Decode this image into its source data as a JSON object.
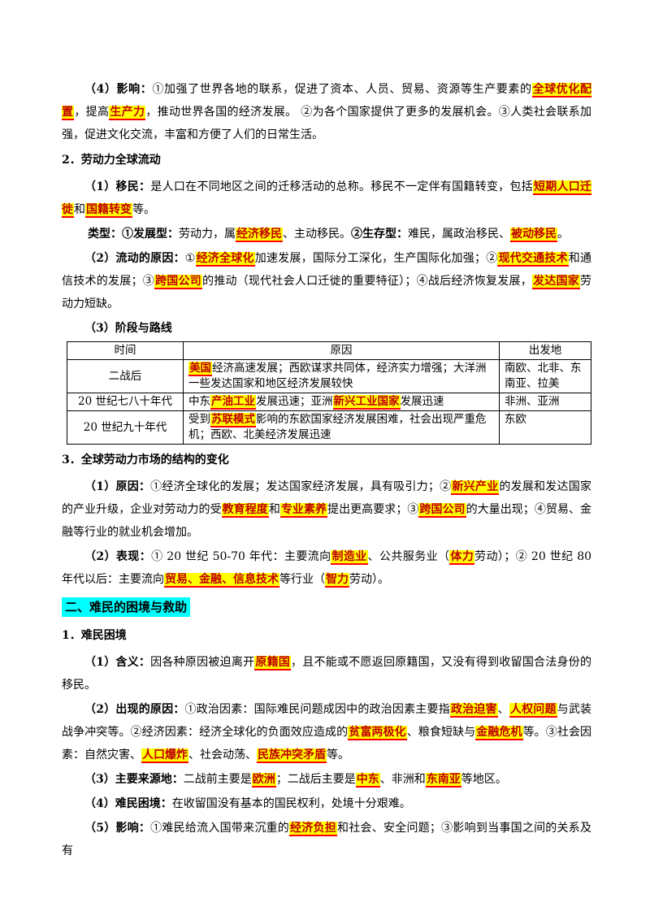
{
  "sec1": {
    "p4_label": "（4）影响：",
    "p4_a": "①加强了世界各地的联系，促进了资本、人员、贸易、资源等生产要素的",
    "p4_h1": "全球优化配置",
    "p4_b": "，提高",
    "p4_h2": "生产力",
    "p4_c": "，推动世界各国的经济发展。 ②为各个国家提供了更多的发展机会。③人类社会联系加强，促进文化交流，丰富和方便了人们的日常生活。"
  },
  "sec2": {
    "title": "2．劳动力全球流动",
    "m_label": "（1）移民：",
    "m_a": "是人口在不同地区之间的迁移活动的总称。移民不一定伴有国籍转变，包括",
    "m_h1": "短期人口迁徙",
    "m_b": "和",
    "m_h2": "国籍转变",
    "m_c": "等。",
    "t_label": "类型：①发展型：",
    "t_a": "劳动力，属",
    "t_h1": "经济移民",
    "t_b": "、主动移民。",
    "t_label2": "②生存型：",
    "t_c": "难民，属政治移民、",
    "t_h2": "被动移民",
    "t_d": "。",
    "r_label": "（2）流动的原因：",
    "r_a": "①",
    "r_h1": "经济全球化",
    "r_b": "加速发展，国际分工深化，生产国际化加强；②",
    "r_h2": "现代交通技术",
    "r_c": "和通信技术的发展；③",
    "r_h3": "跨国公司",
    "r_d": "的推动（现代社会人口迁徙的重要特征）；④战后经济恢复发展，",
    "r_h4": "发达国家",
    "r_e": "劳动力短缺。",
    "s_label": "（3）阶段与路线",
    "table": {
      "headers": [
        "时间",
        "原因",
        "出发地"
      ],
      "r1_time": "二战后",
      "r1_h": "美国",
      "r1_reason": "经济高速发展；西欧谋求共同体，经济实力增强；大洋洲一些发达国家和地区经济发展较快",
      "r1_from": "南欧、北非、东南亚、拉美",
      "r2_time": "20 世纪七八十年代",
      "r2_a": "中东",
      "r2_h1": "产油工业",
      "r2_b": "发展迅速；亚洲",
      "r2_h2": "新兴工业国家",
      "r2_c": "发展迅速",
      "r2_from": "非洲、亚洲",
      "r3_time": "20 世纪九十年代",
      "r3_a": "受到",
      "r3_h": "苏联模式",
      "r3_b": "影响的东欧国家经济发展困难，社会出现严重危机；西欧、北美经济发展迅速",
      "r3_from": "东欧"
    }
  },
  "sec3": {
    "title": "3．全球劳动力市场的结构的变化",
    "c_label": "（1）原因：",
    "c_a": "①经济全球化的发展；发达国家经济发展，具有吸引力；②",
    "c_h1": "新兴产业",
    "c_b": "的发展和发达国家的产业升级，企业对劳动力的受",
    "c_h2": "教育程度",
    "c_c": "和",
    "c_h3": "专业素养",
    "c_d": "提出更高要求；③",
    "c_h4": "跨国公司",
    "c_e": "的大量出现；④贸易、金融等行业的就业机会增加。",
    "e_label": "（2）表现：",
    "e_a": "① 20 世纪 50-70 年代：主要流向",
    "e_h1": "制造业",
    "e_b": "、公共服务业（",
    "e_h2": "体力",
    "e_c": "劳动）；② 20 世纪 80 年代以后：主要流向",
    "e_h3": "贸易、金融、信息技术",
    "e_d": "等行业（",
    "e_h4": "智力",
    "e_e": "劳动）。"
  },
  "part2": {
    "title": "二、难民的困境与救助",
    "sub1": "1．难民困境",
    "d_label": "（1）含义：",
    "d_a": "因各种原因被迫离开",
    "d_h1": "原籍国",
    "d_b": "，且不能或不愿返回原籍国，又没有得到收留国合法身份的移民。",
    "o_label": "（2）出现的原因：",
    "o_a": "①政治因素：国际难民问题成因中的政治因素主要指",
    "o_h1": "政治迫害",
    "o_b": "、",
    "o_h2": "人权问题",
    "o_c": "与武装战争冲突等。②经济因素：经济全球化的负面效应造成的",
    "o_h3": "贫富两极化",
    "o_d": "、粮食短缺与",
    "o_h4": "金融危机",
    "o_e": "等。③社会因素：自然灾害、",
    "o_h5": "人口爆炸",
    "o_f": "、社会动荡、",
    "o_h6": "民族冲突矛盾",
    "o_g": "等。",
    "src_label": "（3）主要来源地：",
    "src_a": "二战前主要是",
    "src_h1": "欧洲",
    "src_b": "；二战后主要是",
    "src_h2": "中东",
    "src_c": "、非洲和",
    "src_h3": "东南亚",
    "src_d": "等地区。",
    "plight_label": "（4）难民困境：",
    "plight_a": "在收留国没有基本的国民权利，处境十分艰难。",
    "imp_label": "（5）影响：",
    "imp_a": "①难民给流入国带来沉重的",
    "imp_h1": "经济负担",
    "imp_b": "和社会、安全问题；③影响到当事国之间的关系及有"
  }
}
